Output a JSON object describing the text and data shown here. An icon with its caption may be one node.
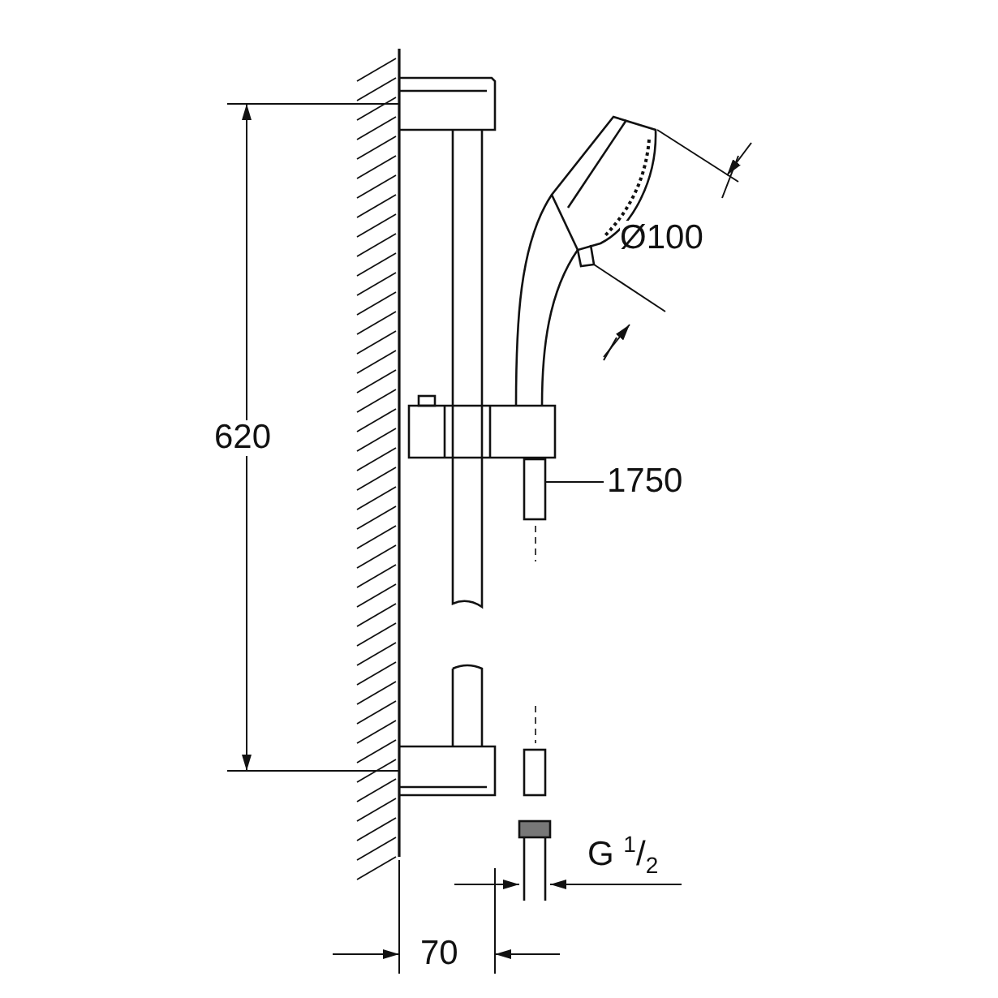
{
  "diagram": {
    "nodes": [
      {
        "text": [
          "1750"
        ]
      },
      {
        "text": [],
        "shape": "picture"
      }
    ],
    "edges": [
      {
        "from": 0,
        "to": 1,
        "arrow": "none"
      }
    ],
    "labels": [
      "620",
      "Ø100",
      "G $^{1}$/$_{2}$",
      "70"
    ]
  }
}
